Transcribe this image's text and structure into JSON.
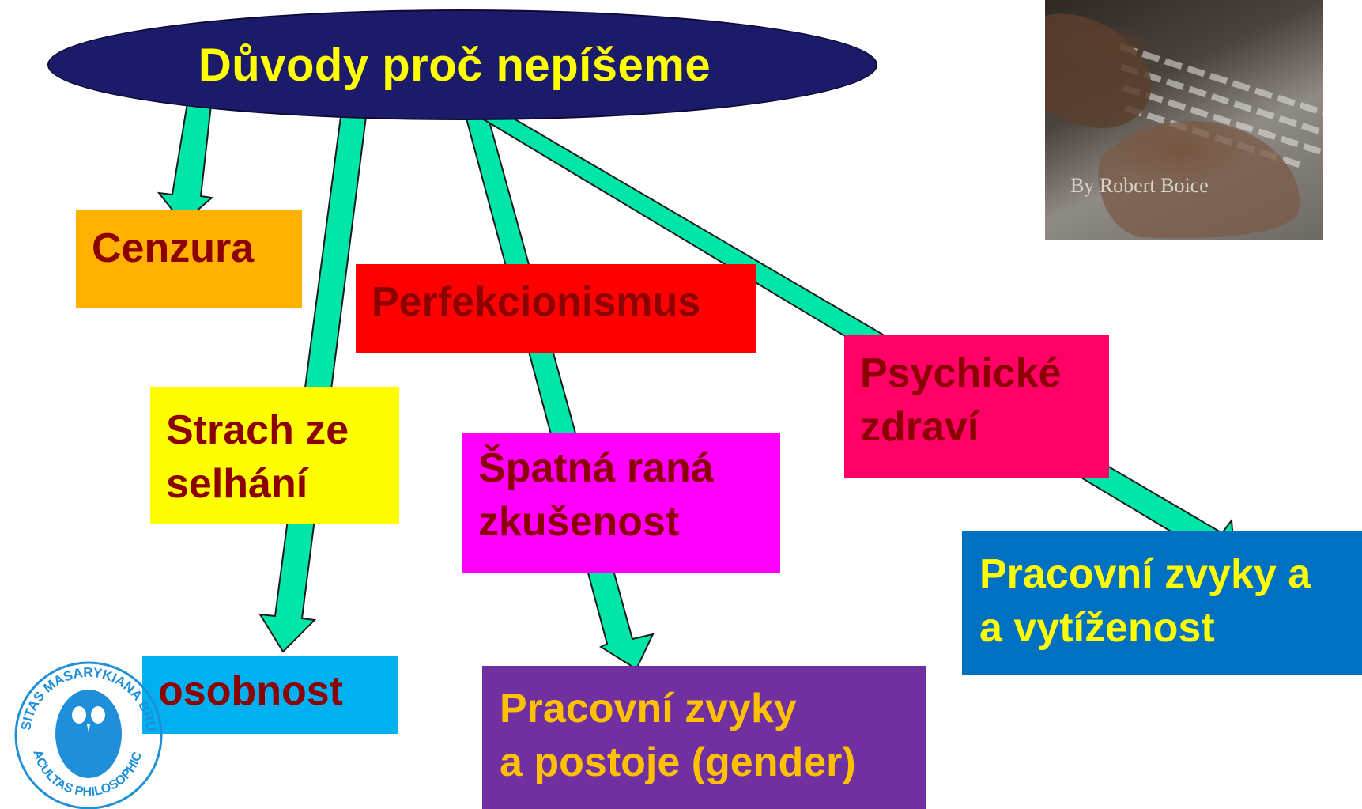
{
  "title": "Důvody proč nepíšeme",
  "boxes": {
    "cenzura": "Cenzura",
    "perfekcionismus": "Perfekcionismus",
    "psychicke": "Psychické\nzdraví",
    "strach": "Strach ze\nselhání",
    "spatna": "Špatná raná\nzkušenost",
    "pracovni_vytizenost": "Pracovní zvyky a\na vytíženost",
    "osobnost": "osobnost",
    "pracovni_postoje": "Pracovní zvyky\na postoje (gender)"
  },
  "photo": {
    "caption": "By Robert Boice"
  },
  "logo": {
    "top_text": "UNIVERSITAS MASARYKIANA BRUNENSIS",
    "bottom_text": "FACULTAS PHILOSOPHICA"
  },
  "colors": {
    "arrow": "#00e5a8",
    "ellipse": "#1b1b6a",
    "cenzura": "#ffb000",
    "perfekcionismus": "#ff0000",
    "psychicke": "#ff0066",
    "strach": "#ffff00",
    "spatna": "#ff00ff",
    "pracovni_vytizenost": "#0070c0",
    "osobnost": "#00b0f0",
    "pracovni_postoje": "#7030a0"
  }
}
